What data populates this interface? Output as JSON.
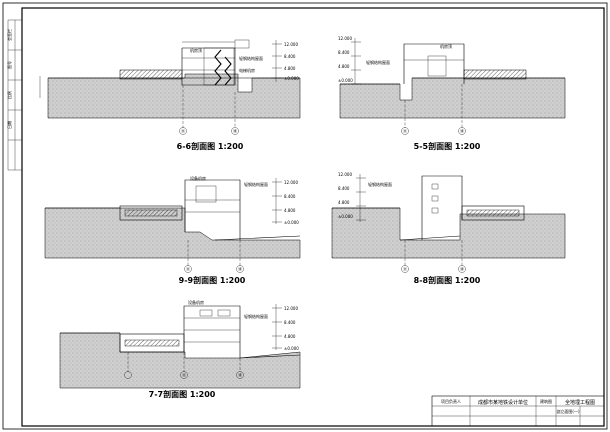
{
  "drawing": {
    "sections": [
      {
        "id": "s66",
        "title": "6-6剖面图  1:200",
        "axes": [
          "⑪",
          "⑭"
        ],
        "elevations": [
          "12.000",
          "8.400",
          "4.800",
          "±0.000"
        ],
        "notes": [
          "轻钢结构屋面",
          "机房顶",
          "电梯机房"
        ]
      },
      {
        "id": "s55",
        "title": "5-5剖面图  1:200",
        "axes": [
          "⑪",
          "⑭"
        ],
        "elevations": [
          "12.000",
          "8.400",
          "4.800",
          "±0.000"
        ],
        "notes": [
          "轻钢结构屋面",
          "机房顶"
        ]
      },
      {
        "id": "s99",
        "title": "9-9剖面图  1:200",
        "axes": [
          "⑪",
          "⑭"
        ],
        "elevations": [
          "12.000",
          "8.400",
          "4.800",
          "±0.000"
        ],
        "notes": [
          "轻钢结构屋面",
          "设备机房"
        ]
      },
      {
        "id": "s88",
        "title": "8-8剖面图  1:200",
        "axes": [
          "⑪",
          "⑭"
        ],
        "elevations": [
          "12.000",
          "8.400",
          "4.800",
          "±0.000"
        ],
        "notes": [
          "轻钢结构屋面"
        ]
      },
      {
        "id": "s77",
        "title": "7-7剖面图  1:200",
        "axes": [
          "⑪",
          "⑭"
        ],
        "elevations": [
          "12.000",
          "8.400",
          "4.800",
          "±0.000"
        ],
        "notes": [
          "轻钢结构屋面",
          "设备机房"
        ]
      }
    ],
    "title_block": {
      "left_label": "项目负责人",
      "project": "成都市某地铁设计单位",
      "sheet_kind": "建筑图",
      "sheet_name": "全地埋工程图",
      "sheet_sub": "剖立面图(一)"
    },
    "left_strip": [
      "会签栏",
      "图号",
      "比例",
      "日期"
    ]
  },
  "colors": {
    "line": "#000000",
    "ground_fill": "#d9d9d9",
    "paper": "#ffffff"
  }
}
